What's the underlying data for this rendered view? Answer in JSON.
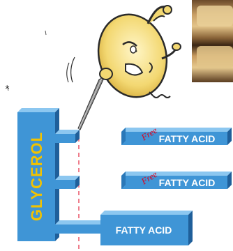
{
  "glycerol_label": "GLYCEROL",
  "chains": [
    {
      "label": "FATTY ACID",
      "free_label": "Free"
    },
    {
      "label": "FATTY ACID",
      "free_label": "Free"
    },
    {
      "label": "FATTY ACID"
    }
  ],
  "colors": {
    "bar_face": "#3f95d6",
    "bar_top": "#8cc7f0",
    "bar_side": "#1f5f9a",
    "glycerol_text": "#f2c200",
    "free_text": "#e0001b",
    "cut_line": "#e8485c",
    "cartoon_body": "#f3d872"
  },
  "icons": [
    "cartoon-scissor-character-icon",
    "stacked-fat-photo"
  ]
}
